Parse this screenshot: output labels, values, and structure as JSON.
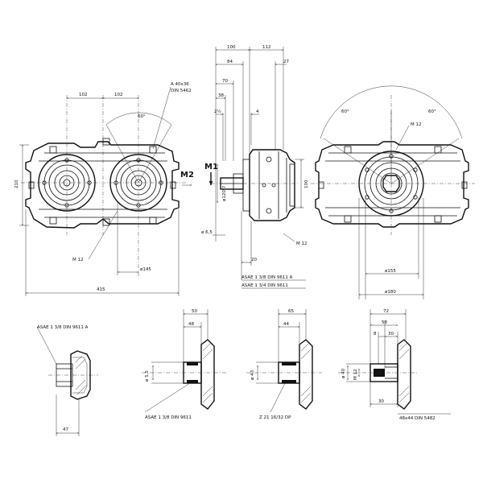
{
  "view_front": {
    "dim_left_gap": "102",
    "dim_right_gap": "102",
    "dim_angle": "60°",
    "keyway_label": "A 40x36",
    "din_label": "DIN 5462",
    "dim_height": "210",
    "mark_m2": "M2",
    "thread_label": "M 12",
    "dim_pcd": "ø145",
    "dim_width": "415"
  },
  "view_side": {
    "dim_100": "100",
    "dim_112": "112",
    "dim_84": "84",
    "dim_27": "27",
    "dim_70": "70",
    "dim_38": "38",
    "dim_2_5": "2½",
    "dim_4": "4",
    "mark_m1": "M1",
    "dim_spigot": "ø120f7",
    "dim_100v": "100",
    "dim_6_5": "ø 6,5",
    "thread_label": "M 12",
    "dim_20": "20",
    "shaft_label_1": "ASAE 1 3/8 DIN 9611 A",
    "shaft_label_2": "ASAE 1 3/4 DIN 9611"
  },
  "view_rear": {
    "angle_left": "60°",
    "angle_right": "60°",
    "thread_label": "M 12",
    "dim_pcd": "ø155",
    "dim_outer": "ø180"
  },
  "detail_1": {
    "label": "ASAE 1 3/8 DIN 9611 A",
    "dim_bottom": "47"
  },
  "detail_2": {
    "dim_top": "50",
    "dim_inner": "48",
    "dim_bore": "ø 5,5",
    "label": "ASAE 1 3/8 DIN 9611"
  },
  "detail_3": {
    "dim_top": "65",
    "dim_inner": "44",
    "dim_bore": "ø 43",
    "label": "Z 21   16/32 DP"
  },
  "detail_4": {
    "dim_top": "72",
    "dim_58": "58",
    "dim_30a": "30",
    "dim_8": "8",
    "dim_bore": "ø 40",
    "dim_m12": "M 12",
    "dim_30b": "30",
    "label": "48x44  DIN 5482"
  }
}
